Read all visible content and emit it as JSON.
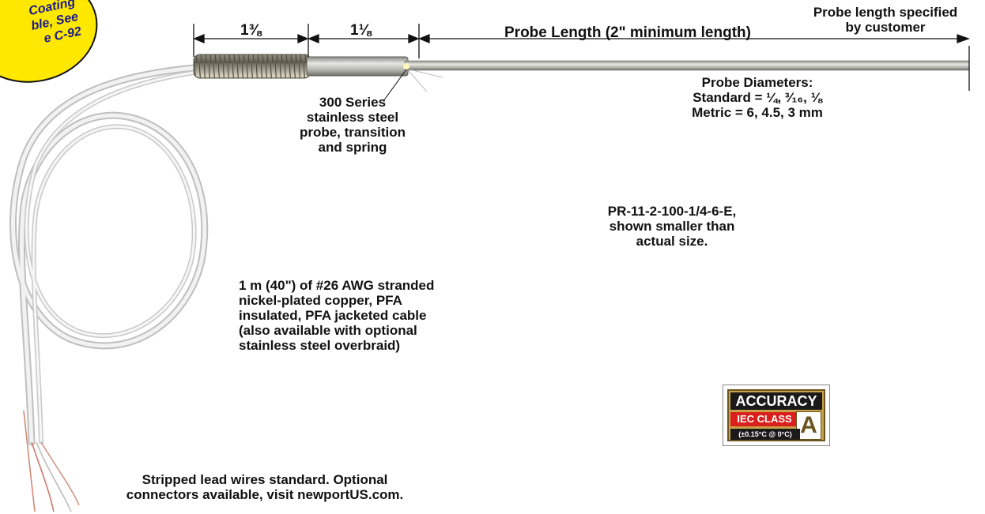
{
  "callout_burst": {
    "text": "Coating\nble, See\ne C-92"
  },
  "dimensions": {
    "transition_length": "1⅜",
    "spring_length": "1⅛",
    "probe_length_label": "Probe Length (2\" minimum length)",
    "specified_note_line1": "Probe length specified",
    "specified_note_line2": "by customer"
  },
  "labels": {
    "material_line1": "300 Series",
    "material_line2": "stainless steel",
    "material_line3": "probe, transition",
    "material_line4": "and spring",
    "diam_title": "Probe Diameters:",
    "diam_standard": "Standard = ¼, ³⁄₁₆, ⅛",
    "diam_metric": "Metric = 6, 4.5, 3 mm",
    "model_line1": "PR-11-2-100-1/4-6-E,",
    "model_line2": "shown smaller than",
    "model_line3": "actual size.",
    "cable_line1": "1 m (40\") of #26 AWG stranded",
    "cable_line2": "nickel-plated copper, PFA",
    "cable_line3": "insulated, PFA jacketed cable",
    "cable_line4": "(also available with optional",
    "cable_line5": "stainless steel overbraid)",
    "leads_line1": "Stripped lead wires standard. Optional",
    "leads_line2": "connectors available, visit newportUS.com."
  },
  "badge": {
    "top": "ACCURACY",
    "class_text": "IEC CLASS",
    "letter": "A",
    "foot": "(±0.15°C @ 0°C)"
  }
}
